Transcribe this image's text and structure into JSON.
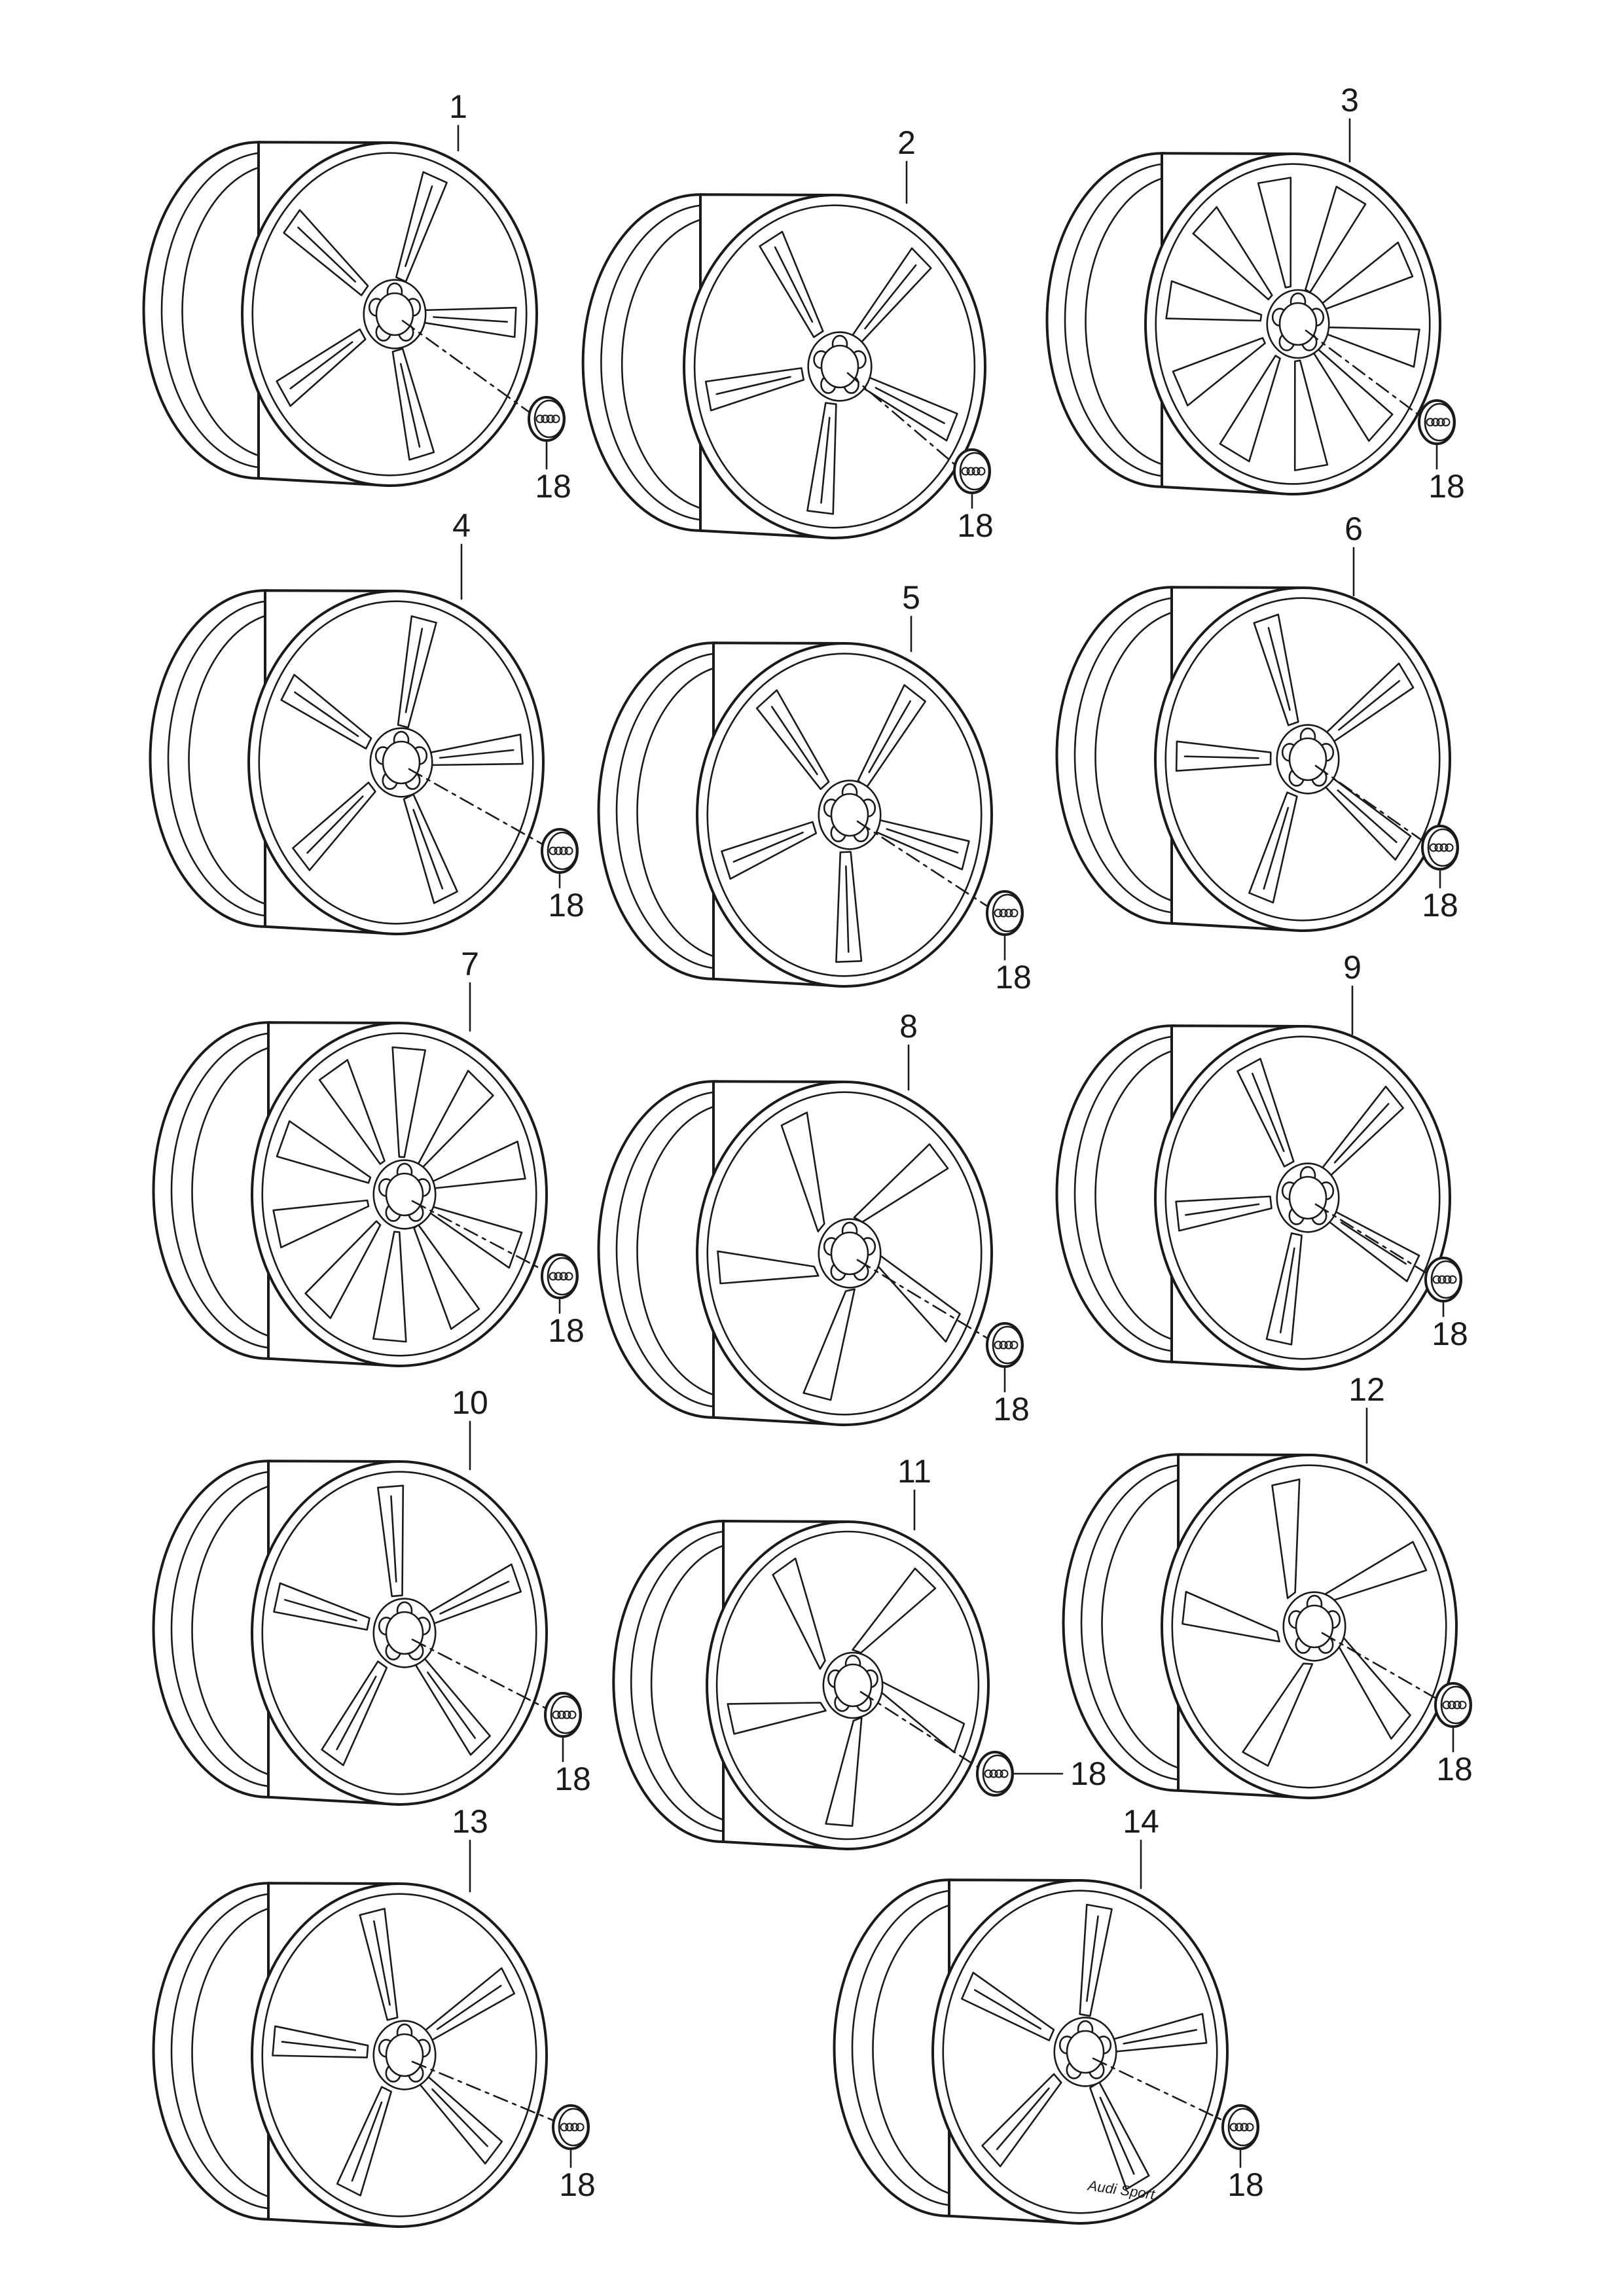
{
  "diagram": {
    "type": "exploded parts illustration",
    "line_color": "#1a1a1a",
    "background": "#ffffff",
    "cap_part_number": "18",
    "wheels": [
      {
        "number": "1",
        "spokes": 5,
        "spoke_style": "double",
        "cap_leader": "vertical-down"
      },
      {
        "number": "2",
        "spokes": 5,
        "spoke_style": "split-star",
        "cap_leader": "vertical-down"
      },
      {
        "number": "3",
        "spokes": 10,
        "spoke_style": "v-spoke",
        "cap_leader": "vertical-down"
      },
      {
        "number": "4",
        "spokes": 5,
        "spoke_style": "double",
        "cap_leader": "vertical-down"
      },
      {
        "number": "5",
        "spokes": 5,
        "spoke_style": "y-spoke",
        "cap_leader": "vertical-down"
      },
      {
        "number": "6",
        "spokes": 5,
        "spoke_style": "double",
        "cap_leader": "vertical-down"
      },
      {
        "number": "7",
        "spokes": 10,
        "spoke_style": "multi-spoke",
        "cap_leader": "vertical-down"
      },
      {
        "number": "8",
        "spokes": 5,
        "spoke_style": "rotor",
        "cap_leader": "vertical-down"
      },
      {
        "number": "9",
        "spokes": 5,
        "spoke_style": "double",
        "cap_leader": "vertical-down"
      },
      {
        "number": "10",
        "spokes": 5,
        "spoke_style": "y-spoke",
        "cap_leader": "vertical-down"
      },
      {
        "number": "11",
        "spokes": 5,
        "spoke_style": "rotor",
        "cap_leader": "horizontal-right"
      },
      {
        "number": "12",
        "spokes": 5,
        "spoke_style": "twisted",
        "cap_leader": "vertical-down"
      },
      {
        "number": "13",
        "spokes": 5,
        "spoke_style": "double",
        "cap_leader": "vertical-down"
      },
      {
        "number": "14",
        "spokes": 5,
        "spoke_style": "double",
        "cap_leader": "vertical-down",
        "rim_text": "Audi Sport"
      }
    ]
  }
}
